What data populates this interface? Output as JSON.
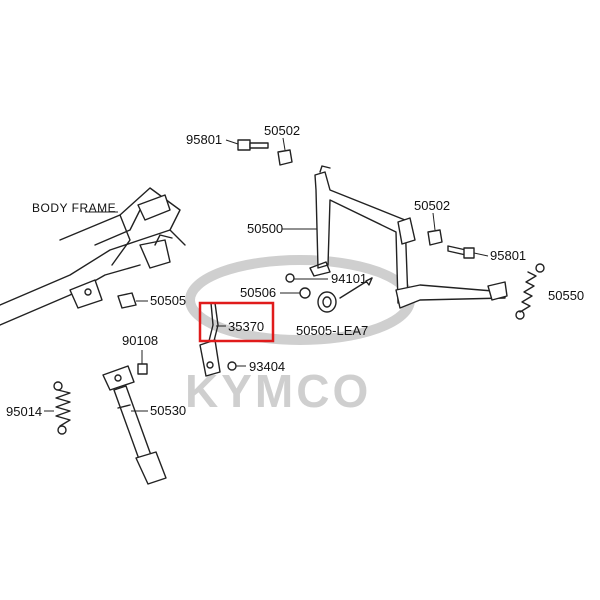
{
  "watermark": {
    "brand": "KYMCO"
  },
  "labels": {
    "body_frame": "BODY FRAME",
    "p95801_top": "95801",
    "p50502_top": "50502",
    "p50500": "50500",
    "p50502_right": "50502",
    "p95801_right": "95801",
    "p94101": "94101",
    "p50506": "50506",
    "p50505_lea7": "50505-LEA7",
    "p50550": "50550",
    "p50505": "50505",
    "p35370": "35370",
    "p90108": "90108",
    "p93404": "93404",
    "p95014": "95014",
    "p50530": "50530"
  },
  "highlight": {
    "part": "35370",
    "color": "#e01b1b"
  }
}
